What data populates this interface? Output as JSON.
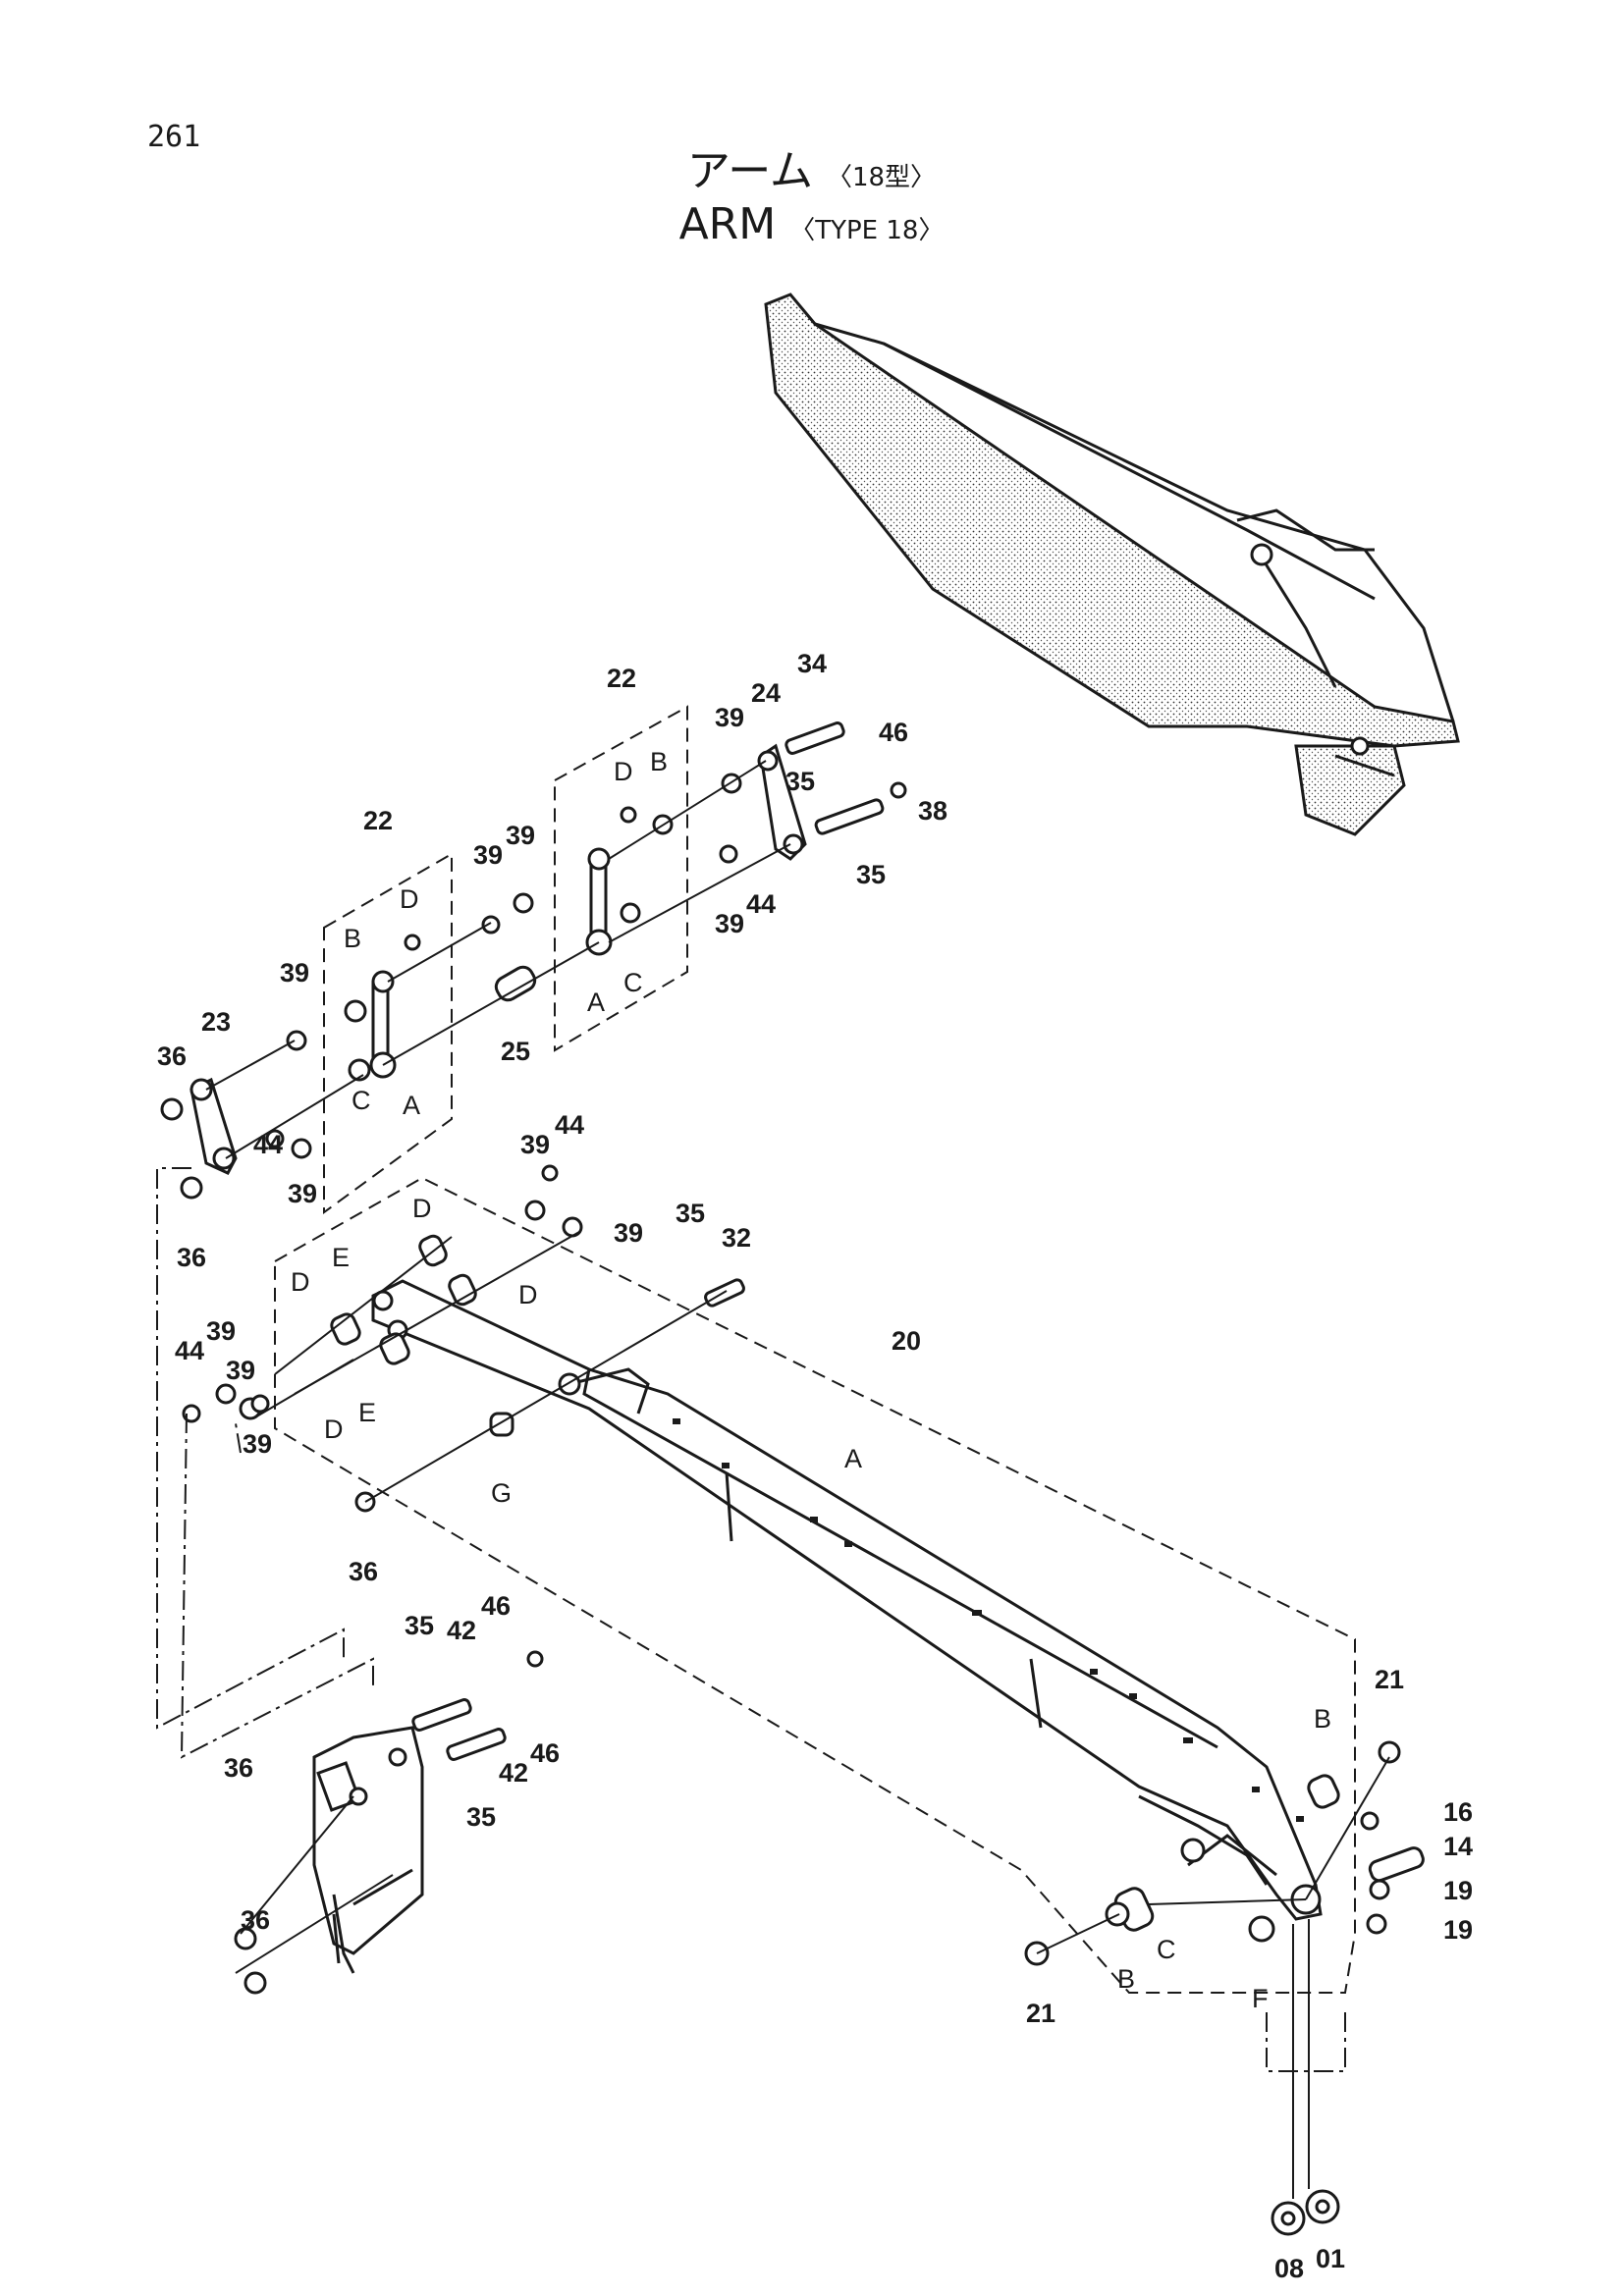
{
  "page_number": "261",
  "title_ja": "アーム",
  "title_ja_sub": "〈18型〉",
  "title_en": "ARM",
  "title_en_sub": "〈TYPE 18〉",
  "callouts": [
    {
      "id": "c01",
      "text": "01"
    },
    {
      "id": "c08",
      "text": "08"
    },
    {
      "id": "c14",
      "text": "14"
    },
    {
      "id": "c16",
      "text": "16"
    },
    {
      "id": "c19a",
      "text": "19"
    },
    {
      "id": "c19b",
      "text": "19"
    },
    {
      "id": "c20",
      "text": "20"
    },
    {
      "id": "c21a",
      "text": "21"
    },
    {
      "id": "c21b",
      "text": "21"
    },
    {
      "id": "c22a",
      "text": "22"
    },
    {
      "id": "c22b",
      "text": "22"
    },
    {
      "id": "c23",
      "text": "23"
    },
    {
      "id": "c24",
      "text": "24"
    },
    {
      "id": "c25",
      "text": "25"
    },
    {
      "id": "c32",
      "text": "32"
    },
    {
      "id": "c34",
      "text": "34"
    },
    {
      "id": "c35a",
      "text": "35"
    },
    {
      "id": "c35b",
      "text": "35"
    },
    {
      "id": "c35c",
      "text": "35"
    },
    {
      "id": "c35d",
      "text": "35"
    },
    {
      "id": "c35e",
      "text": "35"
    },
    {
      "id": "c36a",
      "text": "36"
    },
    {
      "id": "c36b",
      "text": "36"
    },
    {
      "id": "c36c",
      "text": "36"
    },
    {
      "id": "c36d",
      "text": "36"
    },
    {
      "id": "c36e",
      "text": "36"
    },
    {
      "id": "c38",
      "text": "38"
    },
    {
      "id": "c39a",
      "text": "39"
    },
    {
      "id": "c39b",
      "text": "39"
    },
    {
      "id": "c39c",
      "text": "39"
    },
    {
      "id": "c39d",
      "text": "39"
    },
    {
      "id": "c39e",
      "text": "39"
    },
    {
      "id": "c39f",
      "text": "39"
    },
    {
      "id": "c39g",
      "text": "39"
    },
    {
      "id": "c39h",
      "text": "39"
    },
    {
      "id": "c39i",
      "text": "39"
    },
    {
      "id": "c39j",
      "text": "39"
    },
    {
      "id": "c39k",
      "text": "39"
    },
    {
      "id": "c42a",
      "text": "42"
    },
    {
      "id": "c42b",
      "text": "42"
    },
    {
      "id": "c44a",
      "text": "44"
    },
    {
      "id": "c44b",
      "text": "44"
    },
    {
      "id": "c44c",
      "text": "44"
    },
    {
      "id": "c44d",
      "text": "44"
    },
    {
      "id": "c46a",
      "text": "46"
    },
    {
      "id": "c46b",
      "text": "46"
    },
    {
      "id": "c46c",
      "text": "46"
    },
    {
      "id": "lA1",
      "text": "A"
    },
    {
      "id": "lA2",
      "text": "A"
    },
    {
      "id": "lA3",
      "text": "A"
    },
    {
      "id": "lB1",
      "text": "B"
    },
    {
      "id": "lB2",
      "text": "B"
    },
    {
      "id": "lB3",
      "text": "B"
    },
    {
      "id": "lB4",
      "text": "B"
    },
    {
      "id": "lC1",
      "text": "C"
    },
    {
      "id": "lC2",
      "text": "C"
    },
    {
      "id": "lC3",
      "text": "C"
    },
    {
      "id": "lD1",
      "text": "D"
    },
    {
      "id": "lD2",
      "text": "D"
    },
    {
      "id": "lD3",
      "text": "D"
    },
    {
      "id": "lD4",
      "text": "D"
    },
    {
      "id": "lD5",
      "text": "D"
    },
    {
      "id": "lD6",
      "text": "D"
    },
    {
      "id": "lE1",
      "text": "E"
    },
    {
      "id": "lE2",
      "text": "E"
    },
    {
      "id": "lF",
      "text": "F"
    },
    {
      "id": "lG",
      "text": "G"
    }
  ]
}
